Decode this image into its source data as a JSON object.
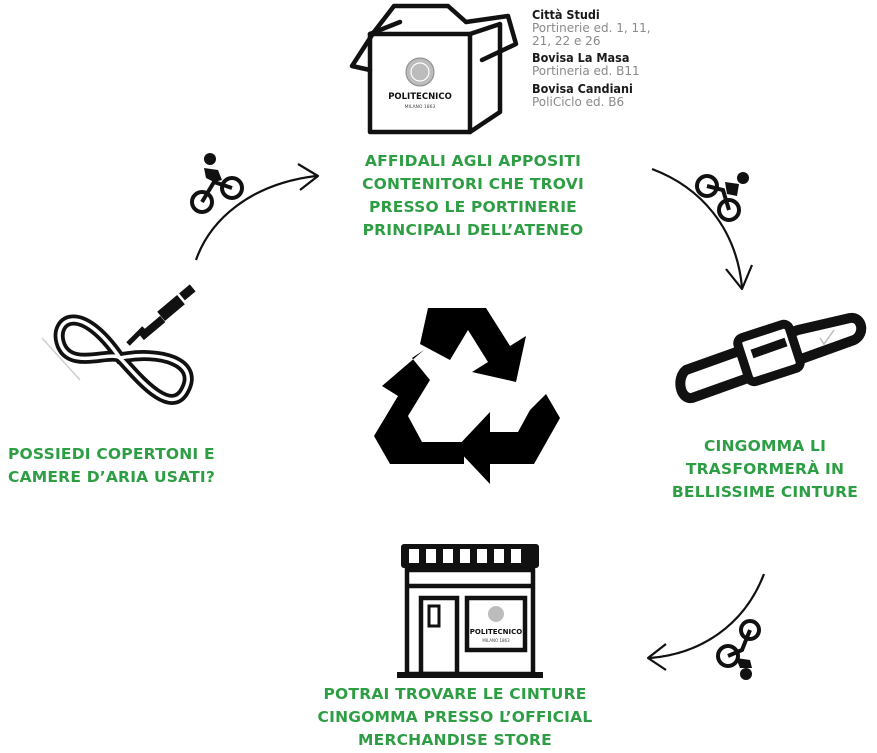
{
  "steps": {
    "top": [
      "AFFIDALI AGLI APPOSITI",
      "CONTENITORI CHE TROVI",
      "PRESSO LE PORTINERIE",
      "PRINCIPALI DELL’ATENEO"
    ],
    "left": [
      "POSSIEDI COPERTONI E",
      "CAMERE D’ARIA USATI?"
    ],
    "right": [
      "CINGOMMA LI",
      "TRASFORMERÀ IN",
      "BELLISSIME CINTURE"
    ],
    "bottom": [
      "POTRAI TROVARE LE CINTURE",
      "CINGOMMA PRESSO L’OFFICIAL",
      "MERCHANDISE STORE"
    ]
  },
  "locations": [
    {
      "name": "Città Studi",
      "detail": [
        "Portinerie ed. 1, 11,",
        "21, 22 e 26"
      ]
    },
    {
      "name": "Bovisa La Masa",
      "detail": [
        "Portineria ed. B11"
      ]
    },
    {
      "name": "Bovisa Candiani",
      "detail": [
        "PoliCiclo ed. B6"
      ]
    }
  ],
  "box_logo": {
    "name": "POLITECNICO",
    "sub": "MILANO 1863"
  },
  "store_logo": {
    "name": "POLITECNICO",
    "sub": "MILANO 1863"
  },
  "colors": {
    "accent_green": "#2e9e45",
    "ink": "#111111",
    "muted": "#8a8a8a"
  },
  "icons": [
    "box-icon",
    "cyclist-icon",
    "tire-tube-icon",
    "recycle-icon",
    "belt-icon",
    "store-icon",
    "arrow-icon"
  ]
}
